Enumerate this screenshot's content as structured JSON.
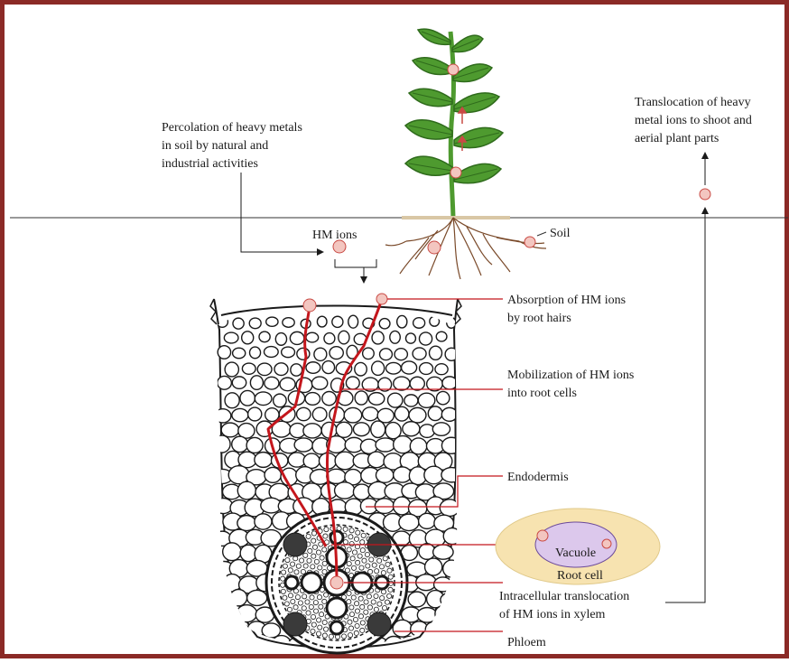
{
  "diagram": {
    "labels": {
      "percolation": [
        "Percolation of heavy metals",
        "in soil by natural and",
        "industrial activities"
      ],
      "translocation_shoot": [
        "Translocation of heavy",
        "metal ions to shoot and",
        "aerial plant parts"
      ],
      "hm_ions": "HM ions",
      "soil": "Soil",
      "absorption": [
        "Absorption of HM ions",
        "by root hairs"
      ],
      "mobilization": [
        "Mobilization of HM ions",
        "into root cells"
      ],
      "endodermis": "Endodermis",
      "vacuole": "Vacuole",
      "root_cell": "Root cell",
      "intracellular": [
        "Intracellular translocation",
        "of HM ions in xylem"
      ],
      "phloem": "Phloem"
    },
    "colors": {
      "frame": "#8b2a26",
      "leaf": "#4e9a2f",
      "leaf_dark": "#2f6b1c",
      "root": "#7a4a2a",
      "hm_ion": "#f3c6c0",
      "hm_ion_stroke": "#c94a44",
      "pathway": "#c4161c",
      "cell_outer": "#f7e3b0",
      "vacuole": "#dcc8ec"
    }
  }
}
